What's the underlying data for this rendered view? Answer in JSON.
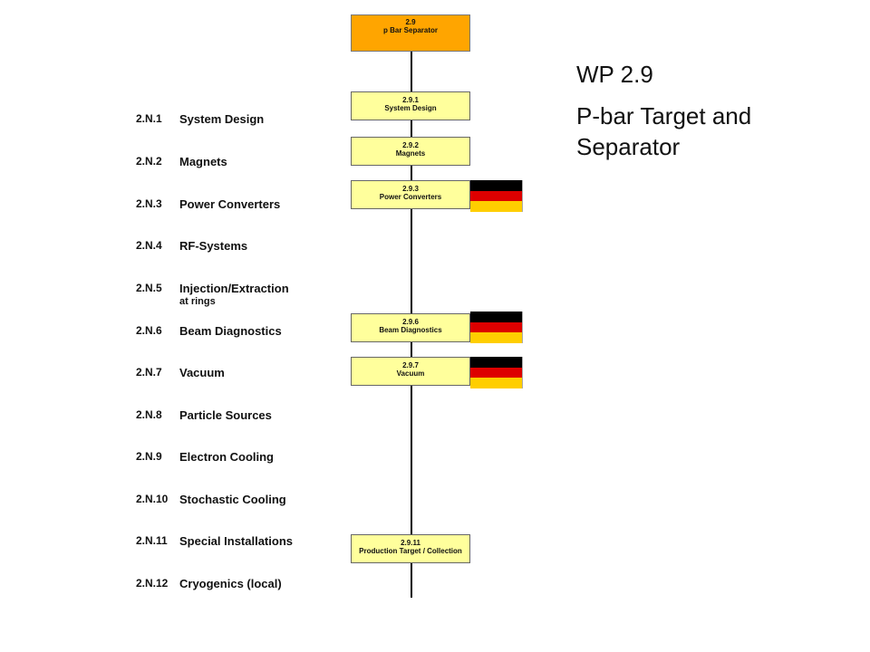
{
  "wbs_rows": [
    {
      "code": "2.N.1",
      "label": "System Design"
    },
    {
      "code": "2.N.2",
      "label": "Magnets"
    },
    {
      "code": "2.N.3",
      "label": "Power Converters"
    },
    {
      "code": "2.N.4",
      "label": "RF-Systems"
    },
    {
      "code": "2.N.5",
      "label": "Injection/Extraction",
      "sublabel": "at rings"
    },
    {
      "code": "2.N.6",
      "label": "Beam Diagnostics"
    },
    {
      "code": "2.N.7",
      "label": "Vacuum"
    },
    {
      "code": "2.N.8",
      "label": "Particle Sources"
    },
    {
      "code": "2.N.9",
      "label": "Electron Cooling"
    },
    {
      "code": "2.N.10",
      "label": "Stochastic Cooling"
    },
    {
      "code": "2.N.11",
      "label": "Special Installations"
    },
    {
      "code": "2.N.12",
      "label": "Cryogenics (local)"
    }
  ],
  "boxes": {
    "head": {
      "num": "2.9",
      "label": "p Bar Separator",
      "color": "#ffa500"
    },
    "b1": {
      "num": "2.9.1",
      "label": "System Design"
    },
    "b2": {
      "num": "2.9.2",
      "label": "Magnets"
    },
    "b3": {
      "num": "2.9.3",
      "label": "Power Converters"
    },
    "b6": {
      "num": "2.9.6",
      "label": "Beam Diagnostics"
    },
    "b7": {
      "num": "2.9.7",
      "label": "Vacuum"
    },
    "b11": {
      "num": "2.9.11",
      "label": "Production Target / Collection"
    },
    "color": "#ffff9c"
  },
  "flag_colors": [
    "#000000",
    "#dd0000",
    "#ffce00"
  ],
  "title": {
    "line1": "WP 2.9",
    "line2": "P-bar Target and Separator"
  }
}
